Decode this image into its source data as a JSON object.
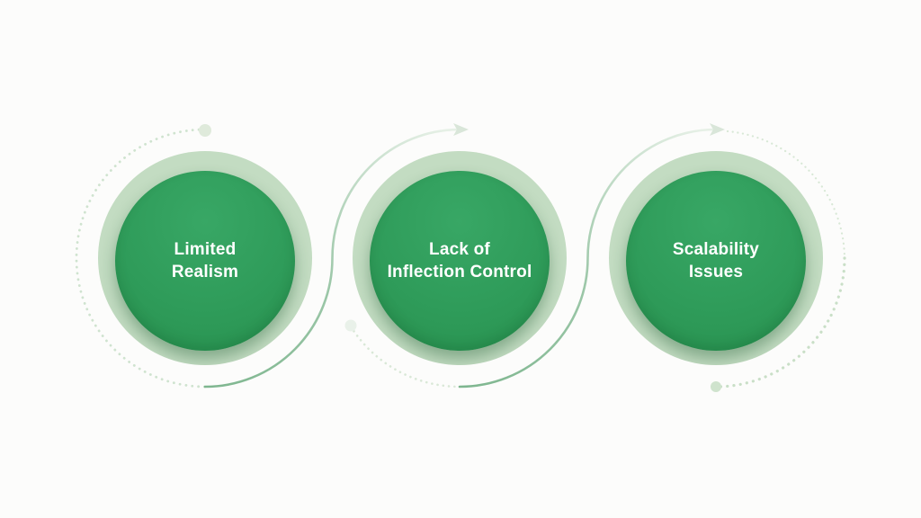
{
  "diagram": {
    "type": "process-circles",
    "nodes": [
      {
        "id": "limited-realism",
        "line1": "Limited",
        "line2": "Realism"
      },
      {
        "id": "lack-of-inflection-control",
        "line1": "Lack of",
        "line2": "Inflection Control"
      },
      {
        "id": "scalability-issues",
        "line1": "Scalability",
        "line2": "Issues"
      }
    ],
    "icons": [
      {
        "name": "arrow-right-icon",
        "count": 2
      },
      {
        "name": "dot-marker",
        "count": 3
      }
    ]
  },
  "palette": {
    "background": "#fcfcfb",
    "node_fill": "#2f9c5a",
    "node_fill_light": "#38a765",
    "node_fill_dark": "#28914f",
    "ring": "#c3dcc2",
    "arc_strong": "#7eb68f",
    "arc_mid": "#9cc7a8",
    "arc_faint": "#e6f0e6",
    "dotted": "#cfe3cf",
    "arrowhead": "#d9e6d9",
    "label": "#ffffff"
  }
}
